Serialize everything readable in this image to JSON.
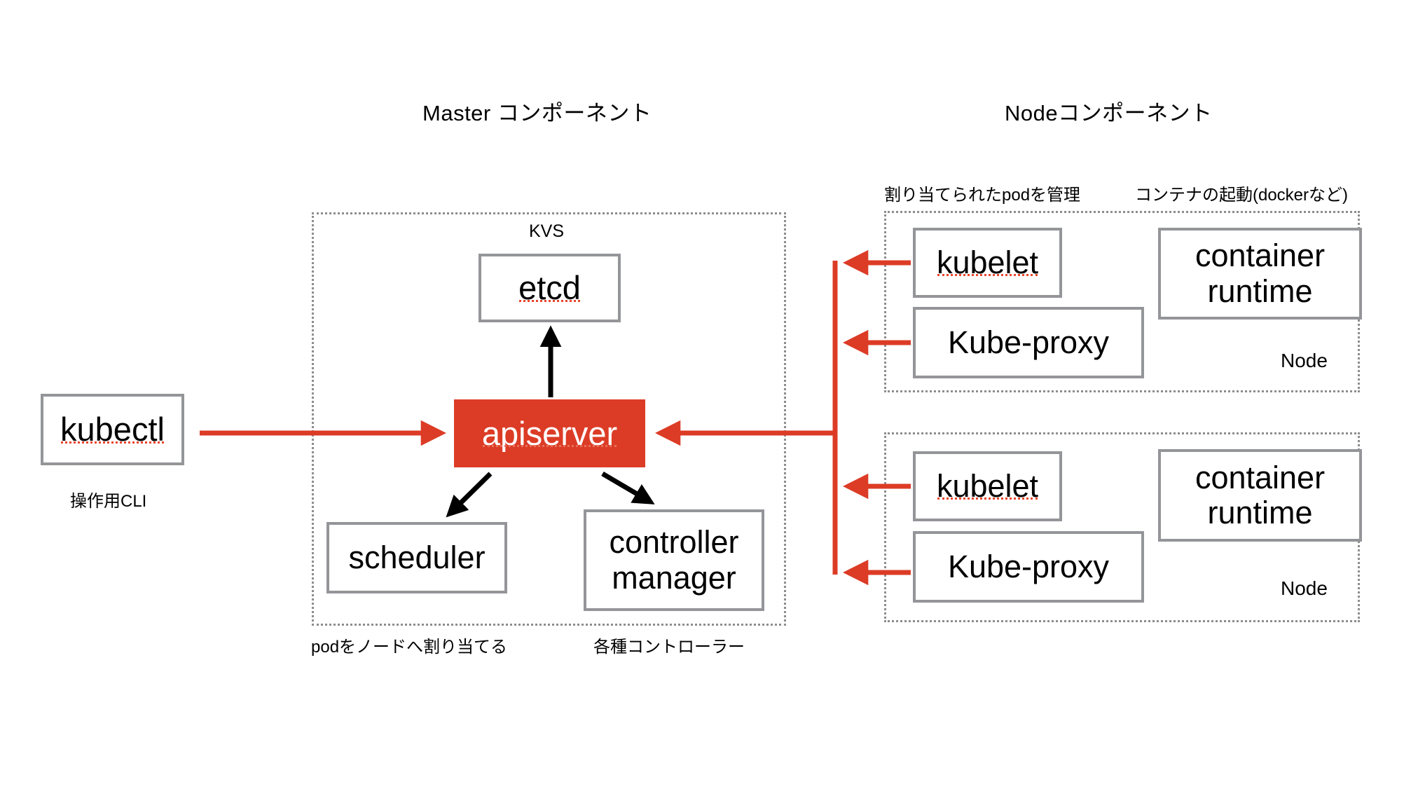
{
  "diagram": {
    "title_master": "Master コンポーネント",
    "title_node": "Nodeコンポーネント",
    "accent_color": "#dc3c26",
    "box_border_color": "#949598",
    "group_border_color": "#8b8d8f"
  },
  "master": {
    "kvs_label": "KVS",
    "etcd": "etcd",
    "apiserver": "apiserver",
    "scheduler": "scheduler",
    "controller_manager_line1": "controller",
    "controller_manager_line2": "manager",
    "caption_scheduler": "podをノードへ割り当てる",
    "caption_controller": "各種コントローラー"
  },
  "client": {
    "kubectl": "kubectl",
    "caption": "操作用CLI"
  },
  "node_section": {
    "caption_kubelet": "割り当てられたpodを管理",
    "caption_runtime": "コンテナの起動(dockerなど)",
    "nodes": [
      {
        "kubelet": "kubelet",
        "kube_proxy": "Kube-proxy",
        "runtime_line1": "container",
        "runtime_line2": "runtime",
        "tag": "Node"
      },
      {
        "kubelet": "kubelet",
        "kube_proxy": "Kube-proxy",
        "runtime_line1": "container",
        "runtime_line2": "runtime",
        "tag": "Node"
      }
    ]
  }
}
